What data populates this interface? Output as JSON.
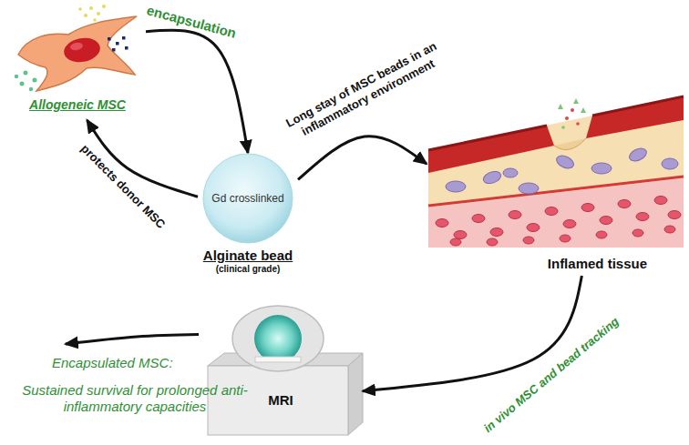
{
  "diagram": {
    "nodes": [
      {
        "text": [
          "Allogeneic MSC"
        ]
      },
      {
        "text": [
          "Gd crosslinked",
          "Alginate bead",
          "(clinical grade)"
        ]
      },
      {
        "text": [
          "Inflamed tissue"
        ]
      },
      {
        "text": [
          "MRI"
        ]
      },
      {
        "text": [
          "Encapsulated MSC:",
          "Sustained survival for prolonged anti-inflammatory capacities"
        ]
      }
    ],
    "edges": [
      {
        "from": 0,
        "to": 1,
        "label": "encapsulation",
        "arrow": "to"
      },
      {
        "from": 1,
        "to": 0,
        "label": "protects donor MSC",
        "arrow": "to"
      },
      {
        "from": 1,
        "to": 2,
        "label": "Long stay of MSC beads in an inflammatory environment",
        "arrow": "to"
      },
      {
        "from": 2,
        "to": 3,
        "label": "in vivo MSC and bead tracking",
        "arrow": "to"
      },
      {
        "from": 3,
        "to": 4,
        "arrow": "to"
      }
    ]
  }
}
